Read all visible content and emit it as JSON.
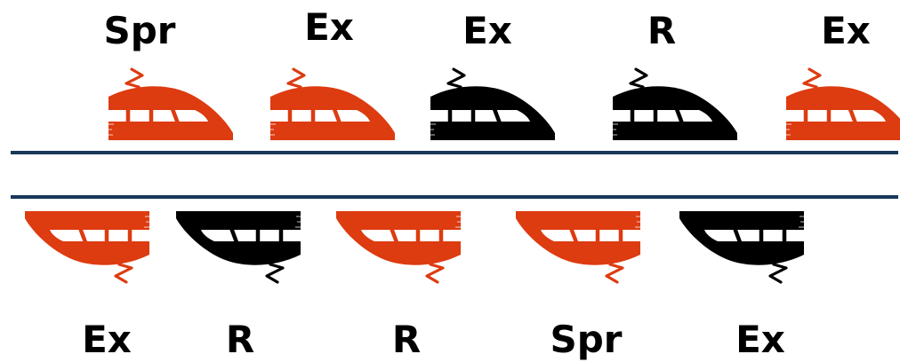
{
  "colors": {
    "red_train": "#dd3b10",
    "black_train": "#000000",
    "rail": "#16385a",
    "window_band": "#ffffff"
  },
  "icon": "train-icon",
  "track_top": {
    "trains": [
      {
        "label": "Spr",
        "color": "red"
      },
      {
        "label": "Ex",
        "color": "red"
      },
      {
        "label": "Ex",
        "color": "black"
      },
      {
        "label": "R",
        "color": "black"
      },
      {
        "label": "Ex",
        "color": "red"
      }
    ]
  },
  "track_bottom": {
    "trains": [
      {
        "label": "Ex",
        "color": "red"
      },
      {
        "label": "R",
        "color": "black"
      },
      {
        "label": "R",
        "color": "red"
      },
      {
        "label": "Spr",
        "color": "red"
      },
      {
        "label": "Ex",
        "color": "black"
      }
    ]
  }
}
